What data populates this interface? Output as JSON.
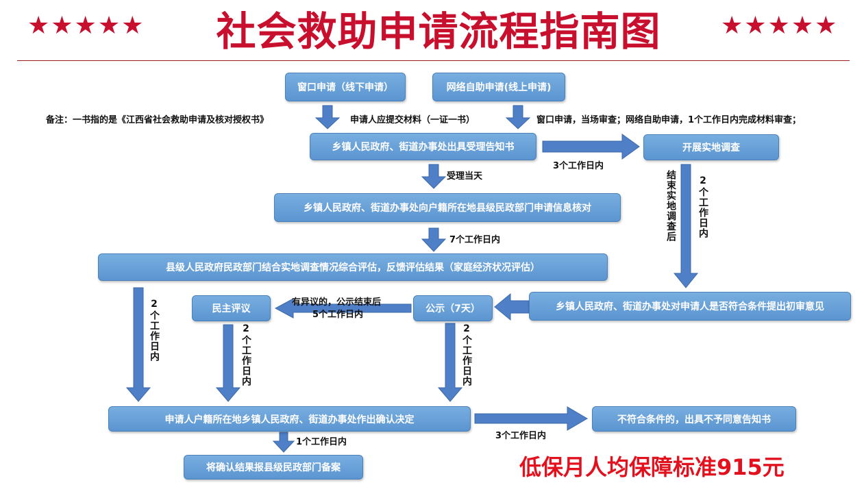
{
  "header": {
    "title": "社会救助申请流程指南图",
    "stars_left": "★★★★★",
    "stars_right": "★★★★★"
  },
  "notes": {
    "remark": "备注：一书指的是《江西省社会救助申请及核对授权书》",
    "materials": "申请人应提交材料（一证一书）",
    "review": "窗口申请，当场审查；网络自助申请，1个工作日内完成材料审查；"
  },
  "boxes": {
    "window_apply": "窗口申请（线下申请）",
    "online_apply": "网络自助申请(线上申请)",
    "acceptance": "乡镇人民政府、街道办事处出具受理告知书",
    "field_survey": "开展实地调查",
    "info_check": "乡镇人民政府、街道办事处向户籍所在地县级民政部门申请信息核对",
    "county_eval": "县级人民政府民政部门结合实地调查情况综合评估，反馈评估结果（家庭经济状况评估）",
    "initial_opinion": "乡镇人民政府、街道办事处对申请人是否符合条件提出初审意见",
    "publicity": "公示（7天）",
    "democratic_review": "民主评议",
    "confirm_decision": "申请人户籍所在地乡镇人民政府、街道办事处作出确认决定",
    "not_eligible": "不符合条件的，出具不予同意告知书",
    "filing": "将确认结果报县级民政部门备案"
  },
  "labels": {
    "three_days_a": "3个工作日内",
    "same_day": "受理当天",
    "seven_days": "7个工作日内",
    "after_survey": "结束实地调查后",
    "two_days_survey": "2个工作日内",
    "objection": "有异议的，公示结束后",
    "five_days": "5个工作日内",
    "two_days_left": "2个工作日内",
    "two_days_mid": "2个工作日内",
    "two_days_right": "2个工作日内",
    "three_days_b": "3个工作日内",
    "one_day": "1个工作日内"
  },
  "footer": {
    "standard": "低保月人均保障标准915元"
  },
  "colors": {
    "title_red": "#c8102e",
    "box_blue": "#5b95d1",
    "arrow_blue": "#4e7fc7",
    "footer_red": "#e3101e"
  }
}
